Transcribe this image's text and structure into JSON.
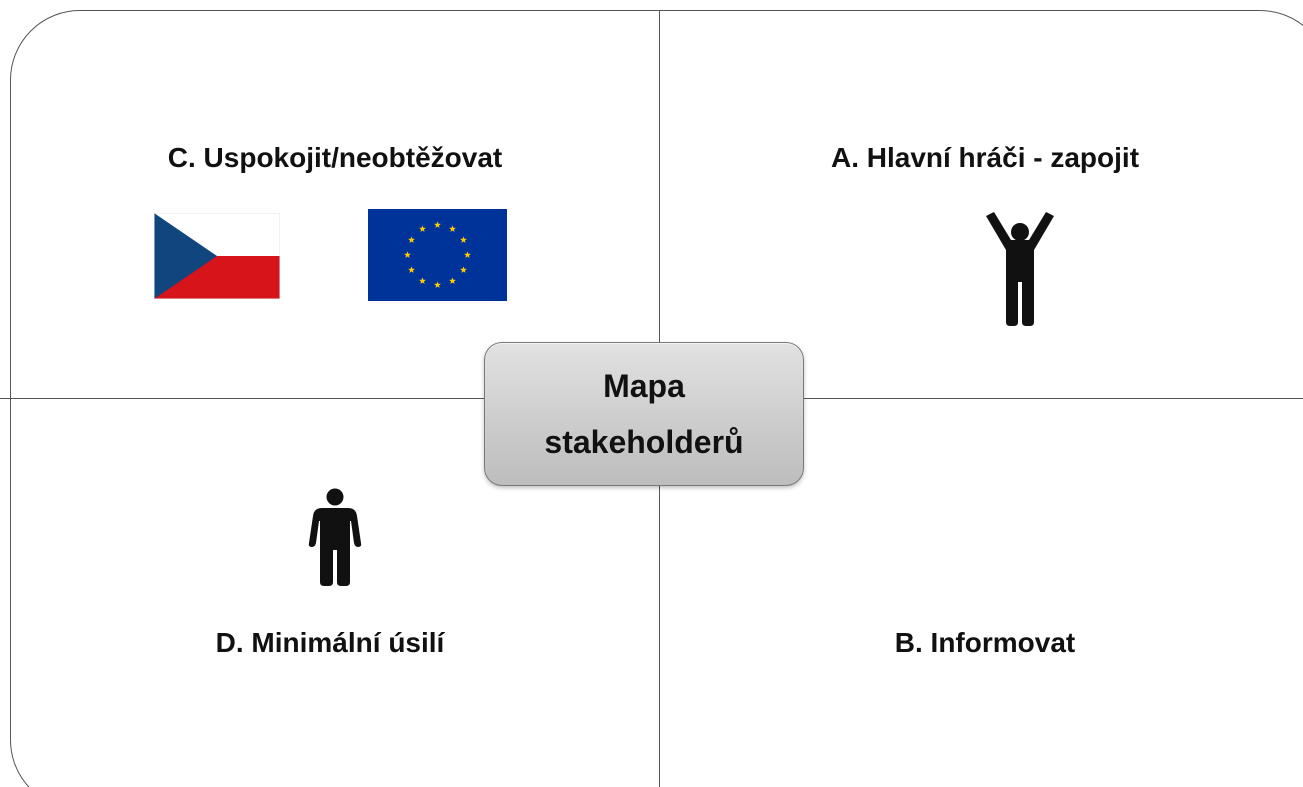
{
  "center": {
    "line1": "Mapa",
    "line2": "stakeholderů"
  },
  "quadrants": {
    "c": {
      "title": "C. Uspokojit/neobtěžovat",
      "icons": [
        "czech-flag-icon",
        "eu-flag-icon"
      ]
    },
    "a": {
      "title": "A. Hlavní hráči - zapojit",
      "icons": [
        "person-arms-raised-icon"
      ]
    },
    "d": {
      "title": "D. Minimální úsilí",
      "icons": [
        "person-standing-icon"
      ]
    },
    "b": {
      "title": "B. Informovat",
      "icons": []
    }
  },
  "colors": {
    "line": "#555555",
    "text": "#111111",
    "czech_white": "#ffffff",
    "czech_red": "#d7141a",
    "czech_blue": "#11457e",
    "eu_blue": "#003399",
    "eu_star": "#ffcc00",
    "center_box": "#cfcfcf"
  }
}
